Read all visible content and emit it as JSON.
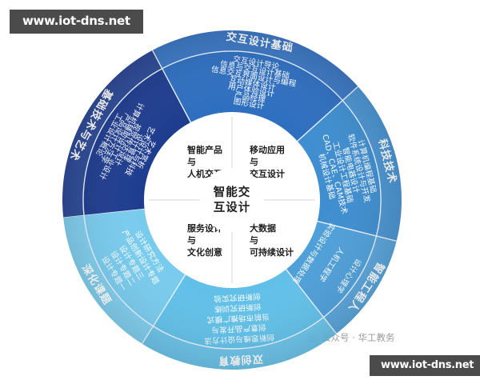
{
  "watermarks": {
    "top": "www.iot-dns.net",
    "bottom": "www.iot-dns.net",
    "account": "公众号 · 华工教务"
  },
  "hub": {
    "title_line1": "智能交",
    "title_line2": "互设计"
  },
  "core_quadrants": [
    {
      "id": "top-left",
      "lines": [
        "智能产品",
        "与",
        "人机交互"
      ]
    },
    {
      "id": "top-right",
      "lines": [
        "移动应用",
        "与",
        "交互设计"
      ]
    },
    {
      "id": "bottom-left",
      "lines": [
        "服务设计",
        "与",
        "文化创意"
      ]
    },
    {
      "id": "bottom-right",
      "lines": [
        "大数据",
        "与",
        "可持续设计"
      ]
    }
  ],
  "colors": {
    "ring_dark": "#1f3d8f",
    "ring_mid_dark": "#2f55a8",
    "ring_blue": "#2f6fc0",
    "ring_medium": "#3f8ed0",
    "ring_light": "#59b3e0",
    "ring_lighter": "#62c0e8",
    "ring_pale": "#79cbee",
    "hub_fill": "#ffffff",
    "divider": "#e9f2fb",
    "watermark_bg": "#4b4b4b",
    "watermark_text": "#ffffff",
    "account_text": "#9b9b9b",
    "core_text": "#1d1d1d"
  },
  "segments": [
    {
      "id": "design-foundation",
      "label": "基础技术与艺术",
      "color": "#1f3d8f",
      "courses": [
        "工业设计概论",
        "产品设计方法学",
        "计算机辅助设计工业设计",
        "视觉传达设计",
        "设计管理",
        "艺术设计与科技",
        "艺术赏析"
      ]
    },
    {
      "id": "interaction-foundation",
      "label": "交互设计基础",
      "color": "#2f6fc0",
      "courses": [
        "交互设计导论",
        "信息与交互设计基础",
        "信息交互界面设计与编程",
        "互动媒体设计",
        "用户体验设计",
        "产品经理",
        "图形设计"
      ]
    },
    {
      "id": "science-technology",
      "label": "科技技术",
      "color": "#3f8ed0",
      "courses": [
        "计算机编程基础",
        "软件系统设计与开发",
        "智能电器设计",
        "工业设计工程基础",
        "CAD、CAE、CAM技术",
        "机械设计基础"
      ]
    },
    {
      "id": "intelligent-engineering",
      "label": "智能工程人",
      "color": "#4f9fd8",
      "courses": [
        "设计心理学",
        "人机工程学",
        "实验设计与数据处理"
      ]
    },
    {
      "id": "innovation-education",
      "label": "双创教育",
      "color": "#62c0e8",
      "courses": [
        "创新思维与设计方法",
        "创意产品开发与",
        "当前市场推广模式",
        "创新研究训练",
        "创新研究实验"
      ]
    },
    {
      "id": "topic-deepening",
      "label": "深化课题",
      "color": "#79cbee",
      "courses": [
        "设计专题一",
        "设计专题二",
        "设计专题三",
        "产品创新设计专题",
        "设计研究方法"
      ]
    }
  ]
}
